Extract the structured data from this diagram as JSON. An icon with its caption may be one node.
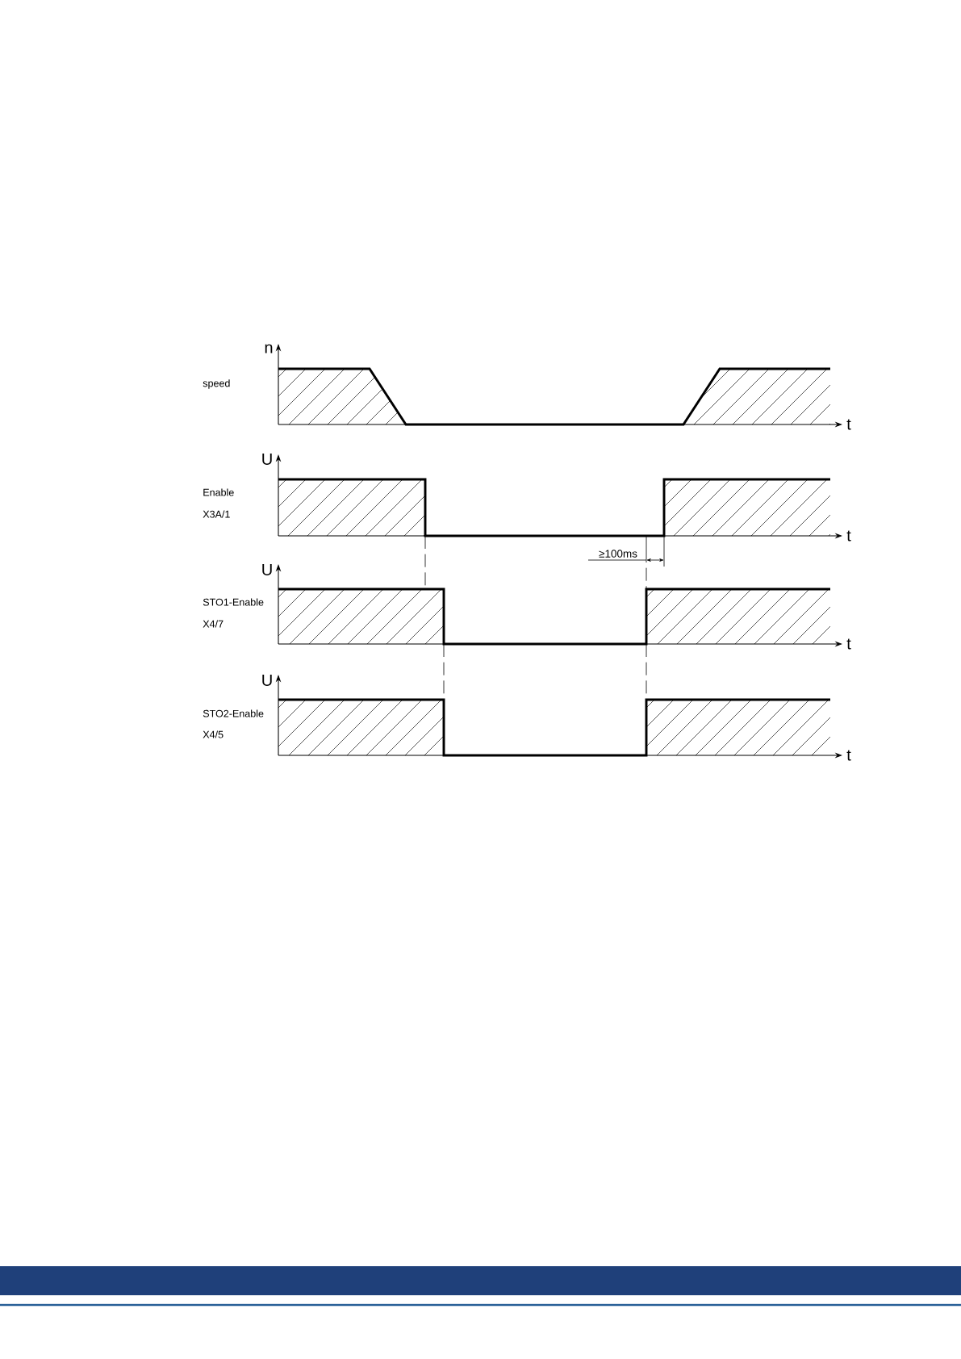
{
  "diagram": {
    "labels": [
      "n",
      "speed",
      "t",
      "U",
      "Enable",
      "X3A/1",
      "t",
      "≥100ms",
      "U",
      "STO1-Enable",
      "X4/7",
      "t",
      "U",
      "STO2-Enable",
      "X4/5",
      "t"
    ]
  }
}
